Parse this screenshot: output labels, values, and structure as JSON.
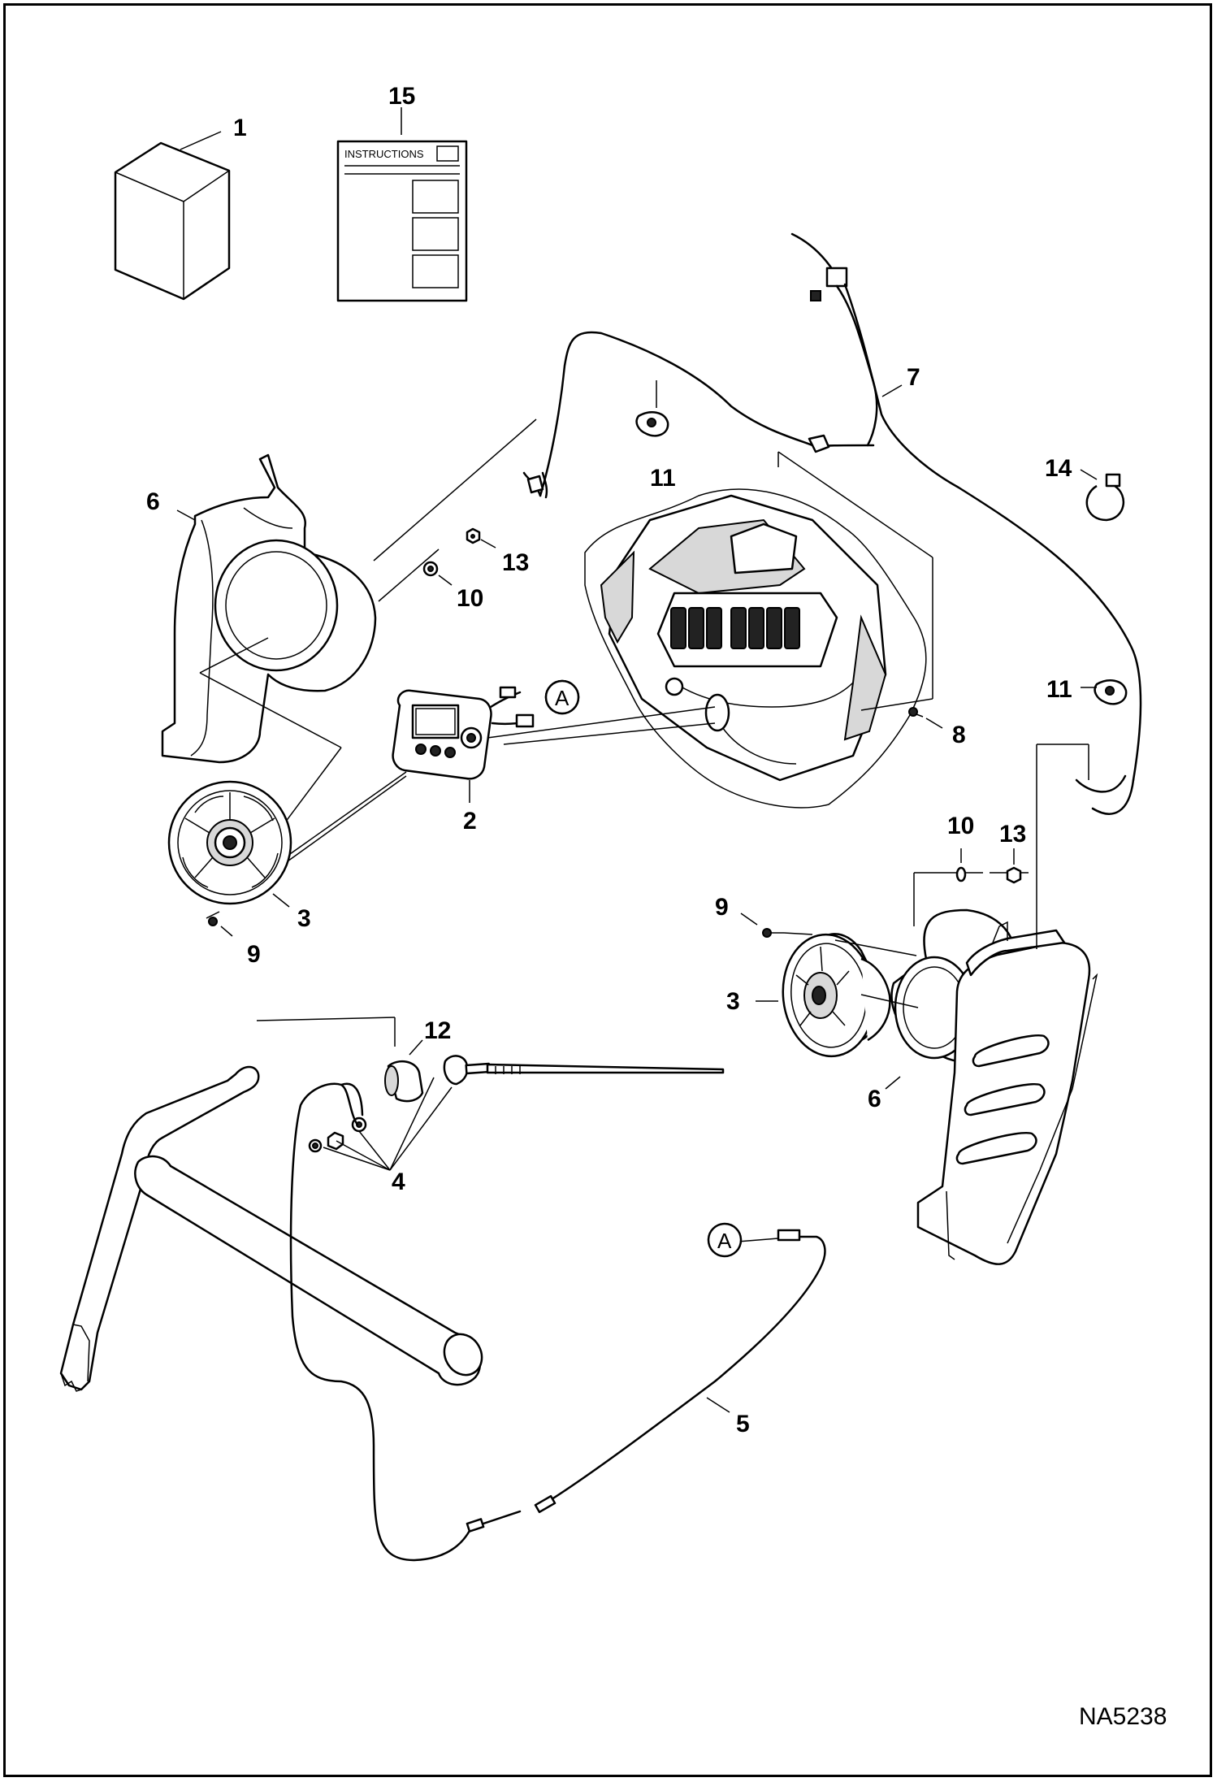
{
  "diagram": {
    "code": "NA5238",
    "instructions_heading": "INSTRUCTIONS",
    "connector_label": "A",
    "labels": [
      "1",
      "15",
      "7",
      "14",
      "11",
      "6",
      "13",
      "10",
      "8",
      "11",
      "2",
      "3",
      "9",
      "10",
      "13",
      "9",
      "3",
      "12",
      "6",
      "4",
      "5"
    ]
  }
}
